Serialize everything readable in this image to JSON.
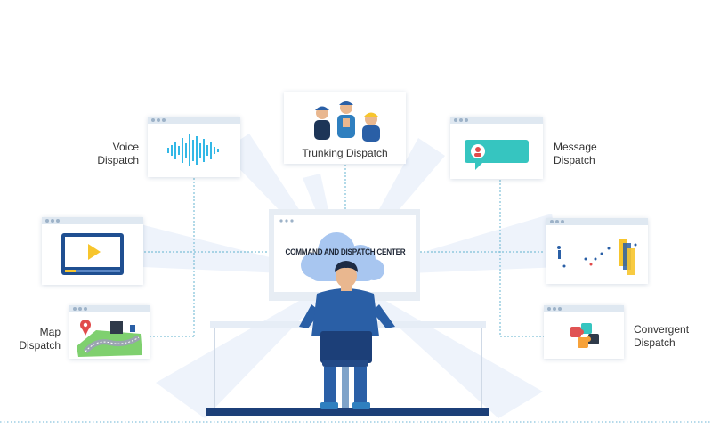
{
  "center": {
    "title": "COMMAND AND DISPATCH CENTER"
  },
  "nodes": {
    "voice": {
      "label_line1": "Voice",
      "label_line2": "Dispatch"
    },
    "trunking": {
      "label": "Trunking Dispatch"
    },
    "message": {
      "label_line1": "Message",
      "label_line2": "Dispatch"
    },
    "map": {
      "label_line1": "Map",
      "label_line2": "Dispatch"
    },
    "convergent": {
      "label_line1": "Convergent",
      "label_line2": "Dispatch"
    }
  },
  "colors": {
    "primary_blue": "#2a5fa6",
    "accent_teal": "#36c5c0",
    "video_blue": "#1f4f91",
    "play_yellow": "#f7c52d",
    "connector": "#7fc0d8"
  }
}
